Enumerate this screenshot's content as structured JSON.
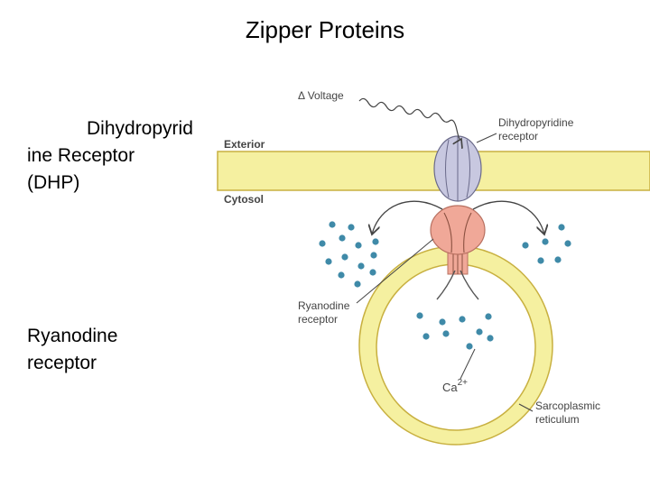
{
  "title": "Zipper Proteins",
  "side_labels": {
    "dhp_line1": "Dihydropyrid",
    "dhp_line2": "ine Receptor",
    "dhp_line3": "(DHP)",
    "ryr_line1": "Ryanodine",
    "ryr_line2": "receptor"
  },
  "diagram": {
    "voltage": "Δ Voltage",
    "exterior": "Exterior",
    "cytosol": "Cytosol",
    "dhp_line1": "Dihydropyridine",
    "dhp_line2": "receptor",
    "ryr_line1": "Ryanodine",
    "ryr_line2": "receptor",
    "ca_base": "Ca",
    "ca_charge": "2+",
    "sr_line1": "Sarcoplasmic",
    "sr_line2": "reticulum"
  },
  "colors": {
    "membrane": "#f5f0a0",
    "membrane_border": "#c8b040",
    "dhp": "#c8c8e0",
    "ryr": "#f0a898",
    "calcium": "#3f8aa8",
    "label": "#444444"
  }
}
